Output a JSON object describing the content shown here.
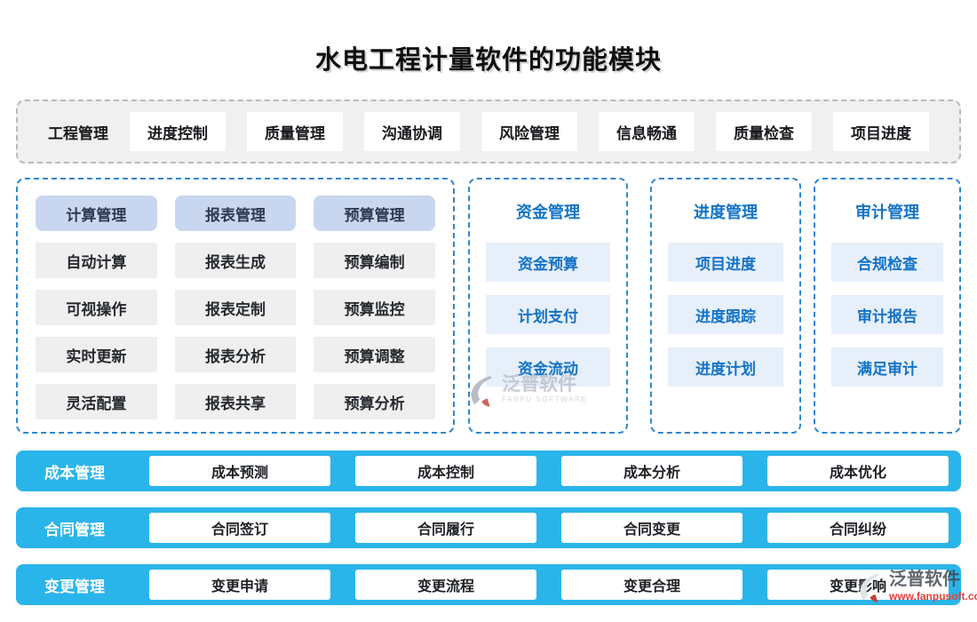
{
  "title": "水电工程计量软件的功能模块",
  "top_bar": {
    "lead_label": "工程管理",
    "items": [
      "进度控制",
      "质量管理",
      "沟通协调",
      "风险管理",
      "信息畅通",
      "质量检查",
      "项目进度"
    ]
  },
  "matrix": {
    "columns": [
      {
        "header": "计算管理",
        "items": [
          "自动计算",
          "可视操作",
          "实时更新",
          "灵活配置"
        ]
      },
      {
        "header": "报表管理",
        "items": [
          "报表生成",
          "报表定制",
          "报表分析",
          "报表共享"
        ]
      },
      {
        "header": "预算管理",
        "items": [
          "预算编制",
          "预算监控",
          "预算调整",
          "预算分析"
        ]
      }
    ]
  },
  "panels": [
    {
      "header": "资金管理",
      "items": [
        "资金预算",
        "计划支付",
        "资金流动"
      ]
    },
    {
      "header": "进度管理",
      "items": [
        "项目进度",
        "进度跟踪",
        "进度计划"
      ]
    },
    {
      "header": "审计管理",
      "items": [
        "合规检查",
        "审计报告",
        "满足审计"
      ]
    }
  ],
  "rows": [
    {
      "label": "成本管理",
      "items": [
        "成本预测",
        "成本控制",
        "成本分析",
        "成本优化"
      ]
    },
    {
      "label": "合同管理",
      "items": [
        "合同签订",
        "合同履行",
        "合同变更",
        "合同纠纷"
      ]
    },
    {
      "label": "变更管理",
      "items": [
        "变更申请",
        "变更流程",
        "变更合理",
        "变更影响"
      ]
    }
  ],
  "watermarks": {
    "center": {
      "name": "泛普软件",
      "subtitle": "FANPU SOFTWARE"
    },
    "corner": {
      "name": "泛普软件",
      "url": "www.fanpusoft.com"
    }
  },
  "colors": {
    "accent_blue_text": "#1273c6",
    "dashed_border_blue": "#2f86d5",
    "dashed_border_gray": "#b7babe",
    "top_bar_bg": "#f0f0f0",
    "header_lavender": "#c9d6ef",
    "cell_gray": "#efefef",
    "cell_light_blue": "#e7effa",
    "bottom_bar_cyan": "#2ab5ea",
    "watermark_red": "#e2423a"
  }
}
